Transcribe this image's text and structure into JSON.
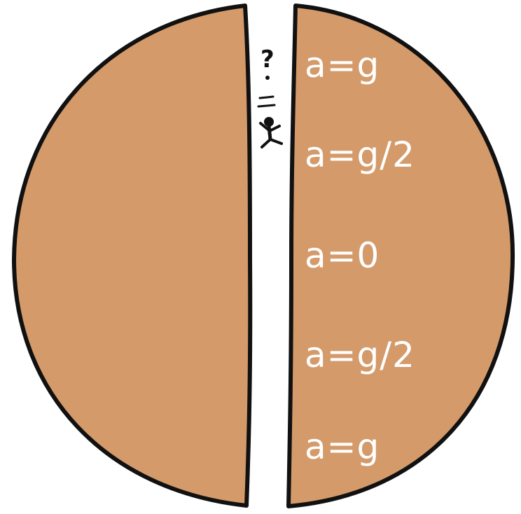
{
  "colors": {
    "planet_fill": "#D49A6A",
    "outline": "#111111",
    "label_text": "#FFFFFF",
    "background": "#FFFFFF"
  },
  "figure": {
    "question_mark": "?",
    "person_icon": "falling-person-icon",
    "labels": [
      {
        "text": "a=g"
      },
      {
        "text": "a=g/2"
      },
      {
        "text": "a=0"
      },
      {
        "text": "a=g/2"
      },
      {
        "text": "a=g"
      }
    ]
  }
}
